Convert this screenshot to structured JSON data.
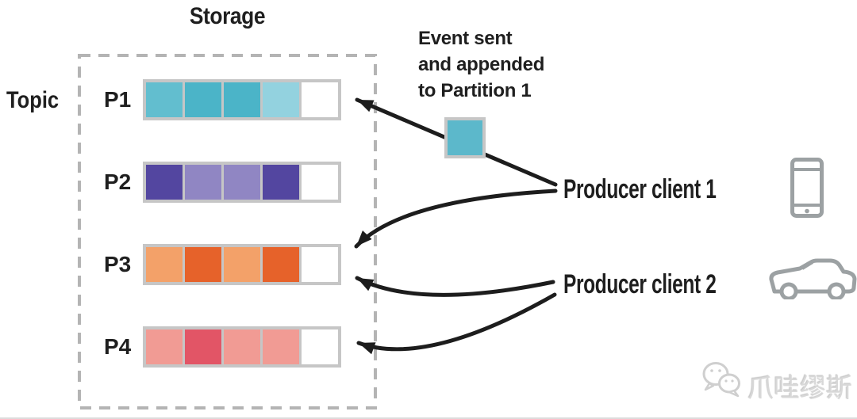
{
  "title": {
    "storage": "Storage",
    "topic": "Topic"
  },
  "storage": {
    "frame_color": "#C6C6C6",
    "empty_cell_color": "#FFFFFF",
    "partitions": [
      {
        "label": "P1",
        "cells": [
          "#62BECF",
          "#4BB4C8",
          "#4BB4C8",
          "#93D2DF",
          "#FFFFFF"
        ]
      },
      {
        "label": "P2",
        "cells": [
          "#5346A0",
          "#9086C3",
          "#9086C3",
          "#5346A0",
          "#FFFFFF"
        ]
      },
      {
        "label": "P3",
        "cells": [
          "#F3A169",
          "#E6622A",
          "#F3A169",
          "#E6622A",
          "#FFFFFF"
        ]
      },
      {
        "label": "P4",
        "cells": [
          "#F19B94",
          "#E25566",
          "#F19B94",
          "#F19B94",
          "#FFFFFF"
        ]
      }
    ]
  },
  "annotation": {
    "event_note": "Event sent\nand appended\nto Partition 1"
  },
  "event_square": {
    "color": "#5CB8CB"
  },
  "producers": [
    {
      "label": "Producer client 1",
      "device_icon": "smartphone-icon"
    },
    {
      "label": "Producer client 2",
      "device_icon": "car-icon"
    }
  ],
  "watermark": {
    "text": "爪哇缪斯",
    "icon": "wechat-icon"
  },
  "colors": {
    "arrow": "#1D1D1D",
    "dashed_border": "#B4B4B4",
    "text": "#1F1F1F",
    "device_icon": "#9CA1A3",
    "watermark_icon": "#CFCFCF"
  }
}
